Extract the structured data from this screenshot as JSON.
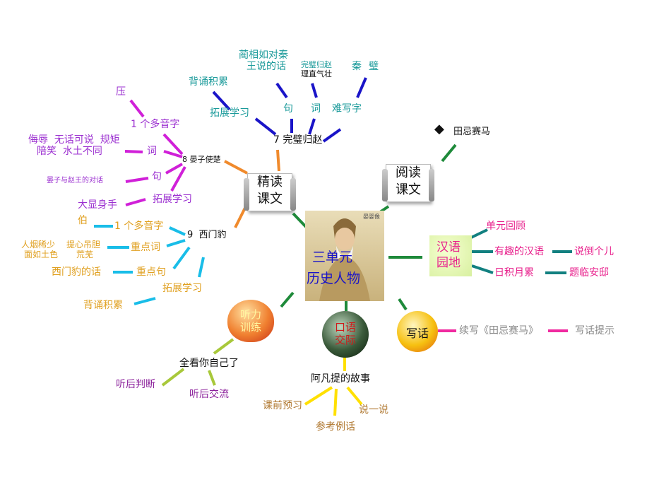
{
  "center": {
    "line1": "三单元",
    "line2": "历史人物",
    "seal": "晏婴像"
  },
  "branches": {
    "jingdu": {
      "line1": "精读",
      "line2": "课文"
    },
    "yuedu": {
      "line1": "阅读",
      "line2": "课文"
    },
    "hanyu": {
      "line1": "汉语",
      "line2": "园地"
    },
    "xiehua": {
      "label": "写话"
    },
    "kouyu": {
      "line1": "口语",
      "line2": "交际"
    },
    "tingli": {
      "line1": "听力",
      "line2": "训练"
    }
  },
  "lesson7": {
    "title": "完璧归赵",
    "num": "7",
    "ju": "句",
    "ci": "词",
    "nanxie": "难写字",
    "tuozhan": "拓展学习",
    "beisong": "背诵积累",
    "lin_line1": "蔺相如对秦",
    "lin_line2": "王说的话",
    "wanbi_line1": "完璧归赵",
    "wanbi_line2": "理直气壮",
    "qin": "秦",
    "bi": "璧"
  },
  "lesson8": {
    "title": "晏子使楚",
    "num": "8",
    "duoyin": "多音字",
    "duoyin_num": "1 个",
    "ya": "压",
    "ci": "词",
    "words_line1": "侮辱  无话可说  规矩",
    "words_line2": "陪笑  水土不同",
    "ju": "句",
    "ju_item": "晏子与赵王的对话",
    "tuozhan": "拓展学习",
    "tuozhan_item": "大显身手"
  },
  "lesson9": {
    "title": "西门豹",
    "num": "9",
    "duoyin": "1 个多音字",
    "bo": "伯",
    "zhongdianci": "重点词",
    "words_a1": "人烟稀少",
    "words_a2": "面如土色",
    "words_b1": "提心吊胆",
    "words_b2": "荒芜",
    "zhongdianju": "重点句",
    "ju_item": "西门豹的话",
    "tuozhan": "拓展学习",
    "beisong": "背诵积累"
  },
  "reading": {
    "title": "田忌赛马",
    "bullet": "◆"
  },
  "garden": {
    "review": "单元回顾",
    "fun": "有趣的汉语",
    "fun_item": "说倒个儿",
    "daily": "日积月累",
    "daily_item": "题临安邸"
  },
  "writing": {
    "task": "续写《田忌赛马》",
    "tip": "写话提示"
  },
  "oral": {
    "story": "阿凡提的故事",
    "a": "课前预习",
    "b": "参考例话",
    "c": "说一说"
  },
  "listening": {
    "title": "全看你自己了",
    "a": "听后判断",
    "b": "听后交流"
  },
  "colors": {
    "orange": "#f08a2c",
    "blue": "#1a14c8",
    "teal": "#1a9a9a",
    "magenta": "#d020d8",
    "cyan": "#19bde8",
    "green": "#1e8a3a",
    "pink": "#f02aa0",
    "darkteal": "#128080",
    "lime": "#a8c83a",
    "yellow": "#ffe000"
  }
}
